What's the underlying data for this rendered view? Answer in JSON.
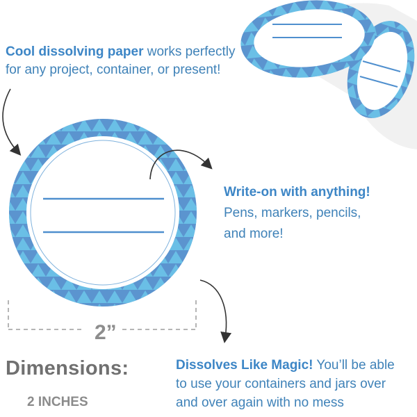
{
  "intro": {
    "bold": "Cool dissolving paper",
    "line1_rest": " works perfectly",
    "line2": "for any project, container, or present!"
  },
  "write_on": {
    "heading": "Write-on with anything!",
    "line1": "Pens, markers, pencils,",
    "line2": "and more!"
  },
  "dissolves": {
    "bold": "Dissolves Like Magic!",
    "line1_rest": " You’ll be able",
    "line2": "to use your containers and jars over",
    "line3": "and over again with no mess"
  },
  "dimensions": {
    "title": "Dimensions:",
    "value": "2 INCHES"
  },
  "size_label": "2”",
  "colors": {
    "label_ring": "#5b94cf",
    "pattern": "#6cc7ea",
    "accent_text": "#3d86c6",
    "writing_lines": "#4f8fce",
    "gray_text": "#707070"
  }
}
